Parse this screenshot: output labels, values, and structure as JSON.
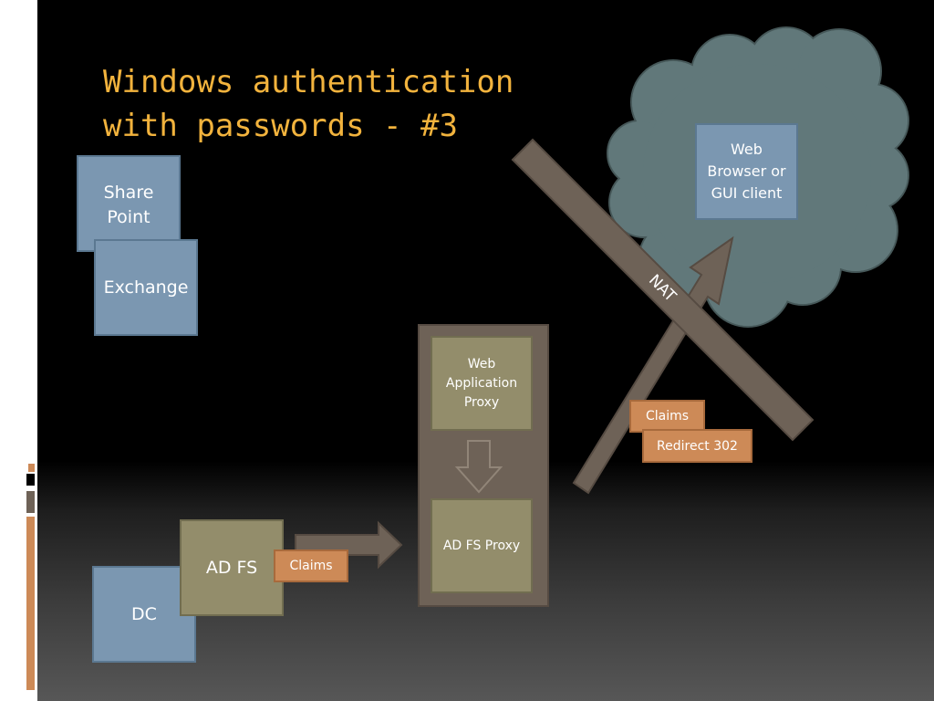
{
  "slide": {
    "title_line1": "Windows authentication",
    "title_line2": "with passwords - #3"
  },
  "nodes": {
    "sharepoint_line1": "Share",
    "sharepoint_line2": "Point",
    "exchange": "Exchange",
    "web_browser_line1": "Web",
    "web_browser_line2": "Browser or",
    "web_browser_line3": "GUI client",
    "wap_line1": "Web",
    "wap_line2": "Application",
    "wap_line3": "Proxy",
    "adfs_proxy": "AD FS Proxy",
    "adfs": "AD FS",
    "dc": "DC"
  },
  "labels": {
    "nat": "NAT",
    "claims_adfs": "Claims",
    "claims_client": "Claims",
    "redirect": "Redirect 302"
  },
  "colors": {
    "title": "#f2b33d",
    "server_box": "#7b97b1",
    "proxy_box": "#938d6b",
    "token_box": "#cd8a57",
    "container": "#6e6257",
    "cloud": "#61787a",
    "arrow": "#6e6257"
  },
  "icons": {
    "cloud": "cloud-icon",
    "nat": "nat-barrier",
    "arrows": [
      "arrow-right",
      "arrow-down",
      "arrow-up-right"
    ]
  }
}
